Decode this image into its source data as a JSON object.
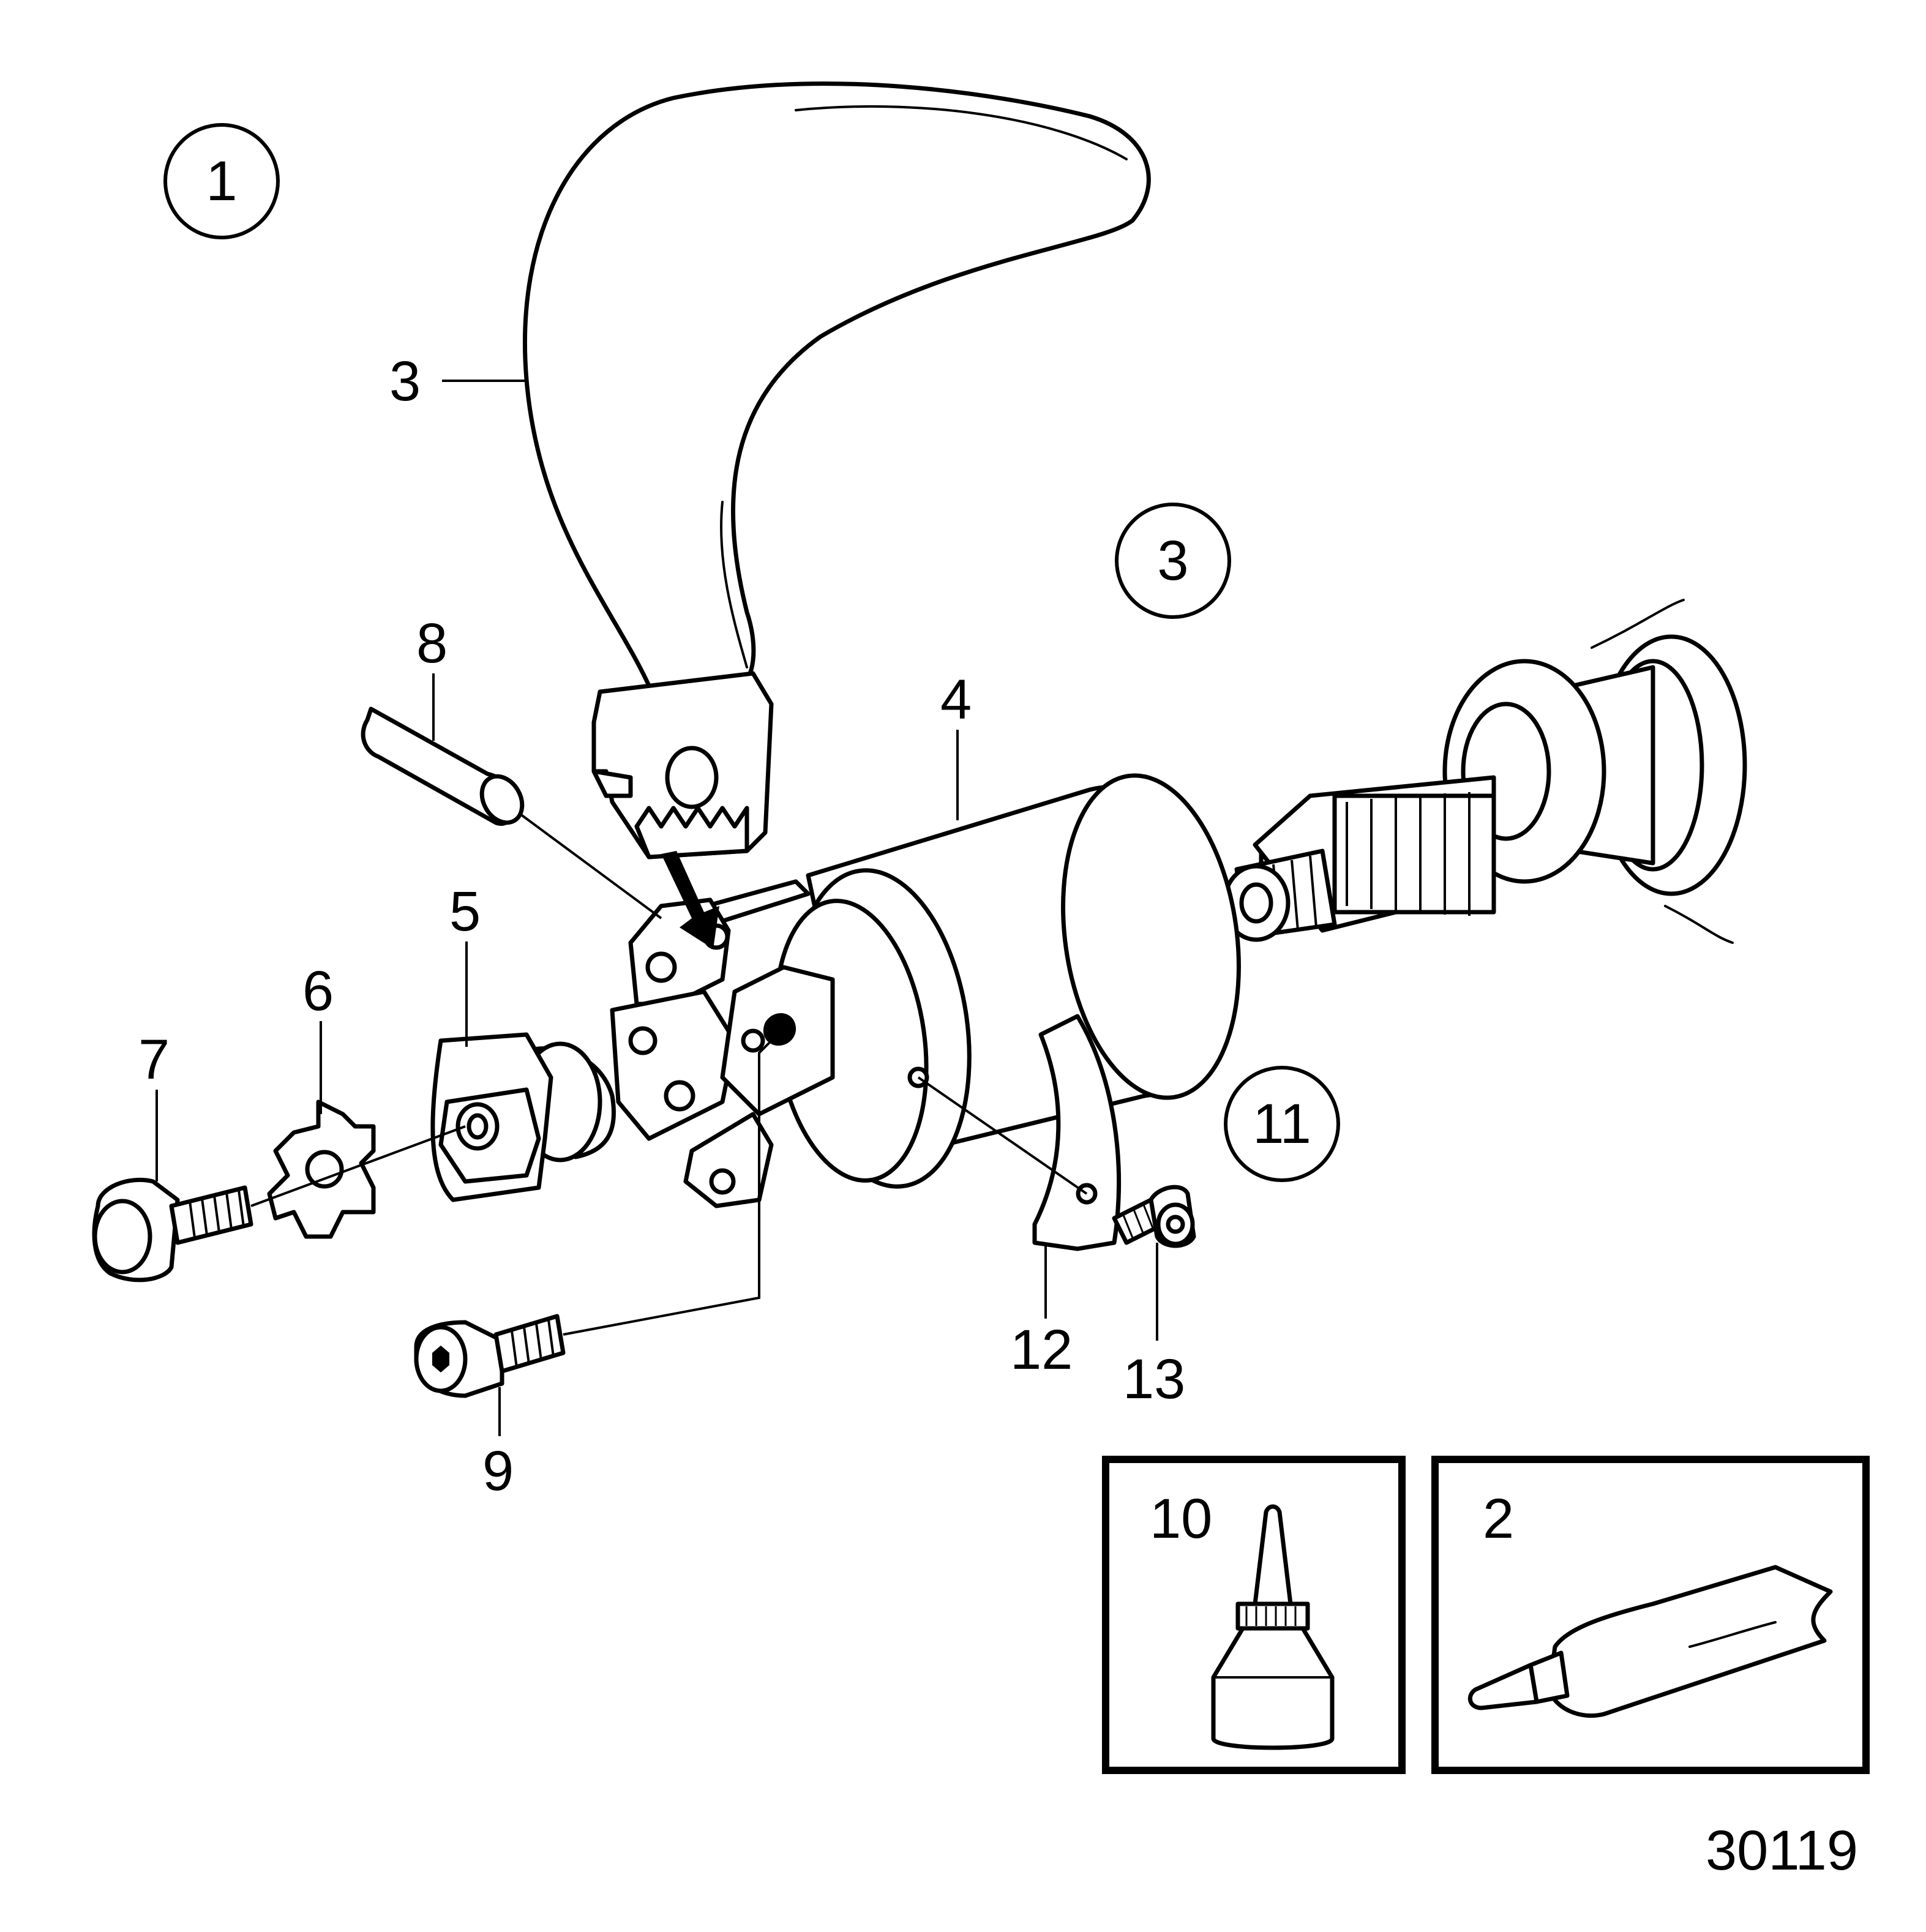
{
  "diagram": {
    "callouts": [
      "1",
      "3",
      "11"
    ],
    "part_numbers": [
      "3",
      "8",
      "4",
      "5",
      "6",
      "7",
      "9",
      "12",
      "13"
    ],
    "supplies": [
      {
        "number": "10",
        "icon": "thread-locker-bottle-icon"
      },
      {
        "number": "2",
        "icon": "grease-tube-icon"
      }
    ],
    "figure_number": "30119"
  }
}
